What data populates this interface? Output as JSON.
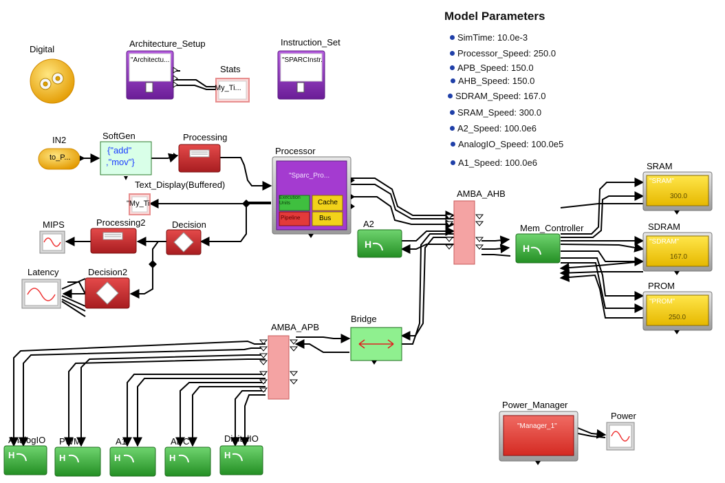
{
  "model_parameters": {
    "title": "Model Parameters",
    "items": [
      "SimTime: 10.0e-3",
      "Processor_Speed: 250.0",
      "APB_Speed: 150.0",
      "AHB_Speed: 150.0",
      "SDRAM_Speed: 167.0",
      "SRAM_Speed: 300.0",
      "A2_Speed: 100.0e6",
      "AnalogIO_Speed: 100.0e5",
      "A1_Speed: 100.0e6"
    ]
  },
  "blocks": {
    "digital": {
      "label": "Digital"
    },
    "architecture_setup": {
      "label": "Architecture_Setup",
      "text": "\"Architectu..."
    },
    "stats": {
      "label": "Stats",
      "text": "My_Ti..."
    },
    "instruction_set": {
      "label": "Instruction_Set",
      "text": "\"SPARCInstr..."
    },
    "in2": {
      "label": "IN2",
      "text": "to_P..."
    },
    "softgen": {
      "label": "SoftGen",
      "line1": "{\"add\"",
      "line2": ",\"mov\"}"
    },
    "processing": {
      "label": "Processing"
    },
    "processor": {
      "label": "Processor",
      "text": "\"Sparc_Pro...",
      "execution_units": "Execution Units",
      "cache": "Cache",
      "pipeline": "Pipeline",
      "bus": "Bus"
    },
    "text_display": {
      "label": "Text_Display(Buffered)",
      "text": "\"My_Ti"
    },
    "mips": {
      "label": "MIPS"
    },
    "processing2": {
      "label": "Processing2"
    },
    "decision": {
      "label": "Decision"
    },
    "latency": {
      "label": "Latency"
    },
    "decision2": {
      "label": "Decision2"
    },
    "amba_ahb": {
      "label": "AMBA_AHB"
    },
    "a2": {
      "label": "A2"
    },
    "mem_controller": {
      "label": "Mem_Controller"
    },
    "sram": {
      "label": "SRAM",
      "text": "\"SRAM\"",
      "value": "300.0"
    },
    "sdram": {
      "label": "SDRAM",
      "text": "\"SDRAM\"",
      "value": "167.0"
    },
    "prom": {
      "label": "PROM",
      "text": "\"PROM\"",
      "value": "250.0"
    },
    "amba_apb": {
      "label": "AMBA_APB"
    },
    "bridge": {
      "label": "Bridge"
    },
    "power_manager": {
      "label": "Power_Manager",
      "text": "\"Manager_1\""
    },
    "power": {
      "label": "Power"
    },
    "analogio": {
      "label": "AnalogIO"
    },
    "pwm": {
      "label": "PWM"
    },
    "a1": {
      "label": "A1"
    },
    "adc": {
      "label": "ADC"
    },
    "digitalio": {
      "label": "DigitalIO"
    }
  },
  "colors": {
    "purple": "#8e2fbf",
    "red_block": "#c9262b",
    "green_block": "#3fae3f",
    "yellow_block": "#f2d21a",
    "bus_pink": "#f4a3a3",
    "softgen_fill": "#d9ffe8",
    "bridge_fill": "#8ff08f",
    "power_red": "#e63a33"
  }
}
